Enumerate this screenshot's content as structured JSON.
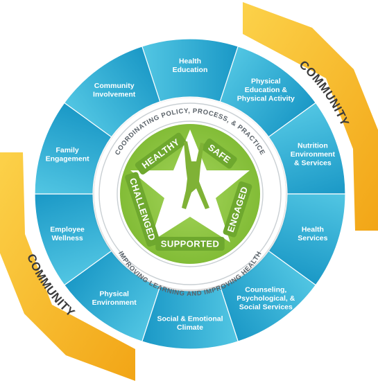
{
  "community": {
    "top_label": "COMMUNITY",
    "bottom_label": "COMMUNITY"
  },
  "segments": [
    {
      "lines": [
        "Health",
        "Education"
      ]
    },
    {
      "lines": [
        "Physical",
        "Education &",
        "Physical Activity"
      ]
    },
    {
      "lines": [
        "Nutrition",
        "Environment",
        "& Services"
      ]
    },
    {
      "lines": [
        "Health",
        "Services"
      ]
    },
    {
      "lines": [
        "Counseling,",
        "Psychological, &",
        "Social Services"
      ]
    },
    {
      "lines": [
        "Social & Emotional",
        "Climate"
      ]
    },
    {
      "lines": [
        "Physical",
        "Environment"
      ]
    },
    {
      "lines": [
        "Employee",
        "Wellness"
      ]
    },
    {
      "lines": [
        "Family",
        "Engagement"
      ]
    },
    {
      "lines": [
        "Community",
        "Involvement"
      ]
    }
  ],
  "inner_ring": {
    "top_text": "COORDINATING POLICY, PROCESS, & PRACTICE",
    "bottom_text": "IMPROVING LEARNING AND IMPROVING HEALTH"
  },
  "star": {
    "words": [
      "HEALTHY",
      "SAFE",
      "ENGAGED",
      "SUPPORTED",
      "CHALLENGED"
    ],
    "figure_icon": "jumping-child-icon"
  },
  "colors": {
    "community_arc": "#f6b21e",
    "community_arc_light": "#fcd24a",
    "segment_light": "#52c6e3",
    "segment_dark": "#1a98c6",
    "star_green": "#8dc63f",
    "star_green_dark": "#6ea82e",
    "figure": "#7fb236"
  }
}
